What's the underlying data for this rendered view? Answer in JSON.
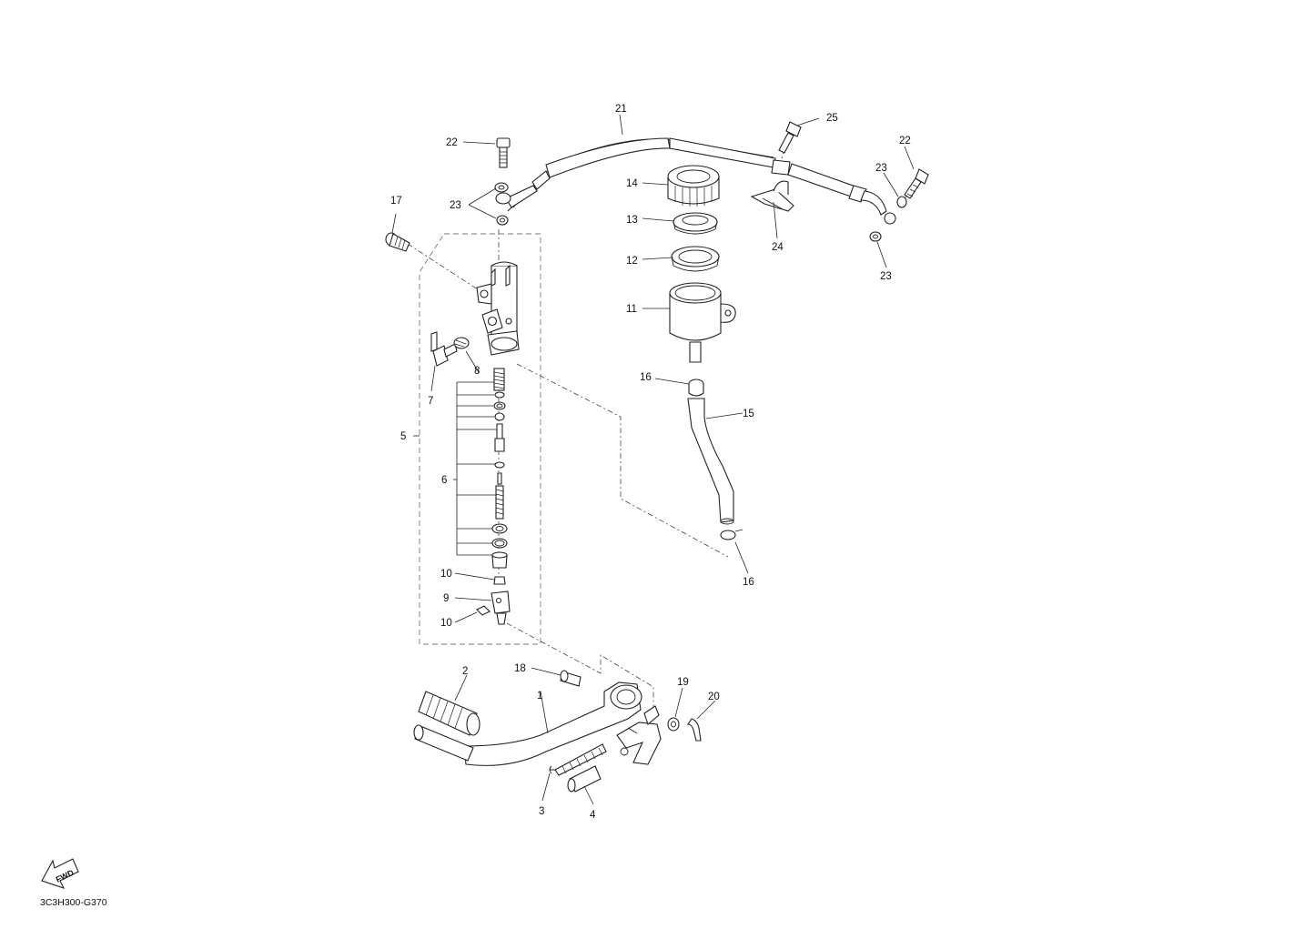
{
  "diagram_code": "3C3H300-G370",
  "fwd_label": "FWD",
  "callouts": [
    {
      "id": "c1",
      "text": "1"
    },
    {
      "id": "c2",
      "text": "2"
    },
    {
      "id": "c3",
      "text": "3"
    },
    {
      "id": "c4",
      "text": "4"
    },
    {
      "id": "c5",
      "text": "5"
    },
    {
      "id": "c6",
      "text": "6"
    },
    {
      "id": "c7",
      "text": "7"
    },
    {
      "id": "c8",
      "text": "8"
    },
    {
      "id": "c9",
      "text": "9"
    },
    {
      "id": "c10a",
      "text": "10"
    },
    {
      "id": "c10b",
      "text": "10"
    },
    {
      "id": "c11",
      "text": "11"
    },
    {
      "id": "c12",
      "text": "12"
    },
    {
      "id": "c13",
      "text": "13"
    },
    {
      "id": "c14",
      "text": "14"
    },
    {
      "id": "c15",
      "text": "15"
    },
    {
      "id": "c16a",
      "text": "16"
    },
    {
      "id": "c16b",
      "text": "16"
    },
    {
      "id": "c17",
      "text": "17"
    },
    {
      "id": "c18",
      "text": "18"
    },
    {
      "id": "c19",
      "text": "19"
    },
    {
      "id": "c20",
      "text": "20"
    },
    {
      "id": "c21",
      "text": "21"
    },
    {
      "id": "c22a",
      "text": "22"
    },
    {
      "id": "c22b",
      "text": "22"
    },
    {
      "id": "c23a",
      "text": "23"
    },
    {
      "id": "c23b",
      "text": "23"
    },
    {
      "id": "c23c",
      "text": "23"
    },
    {
      "id": "c24",
      "text": "24"
    },
    {
      "id": "c25",
      "text": "25"
    }
  ]
}
